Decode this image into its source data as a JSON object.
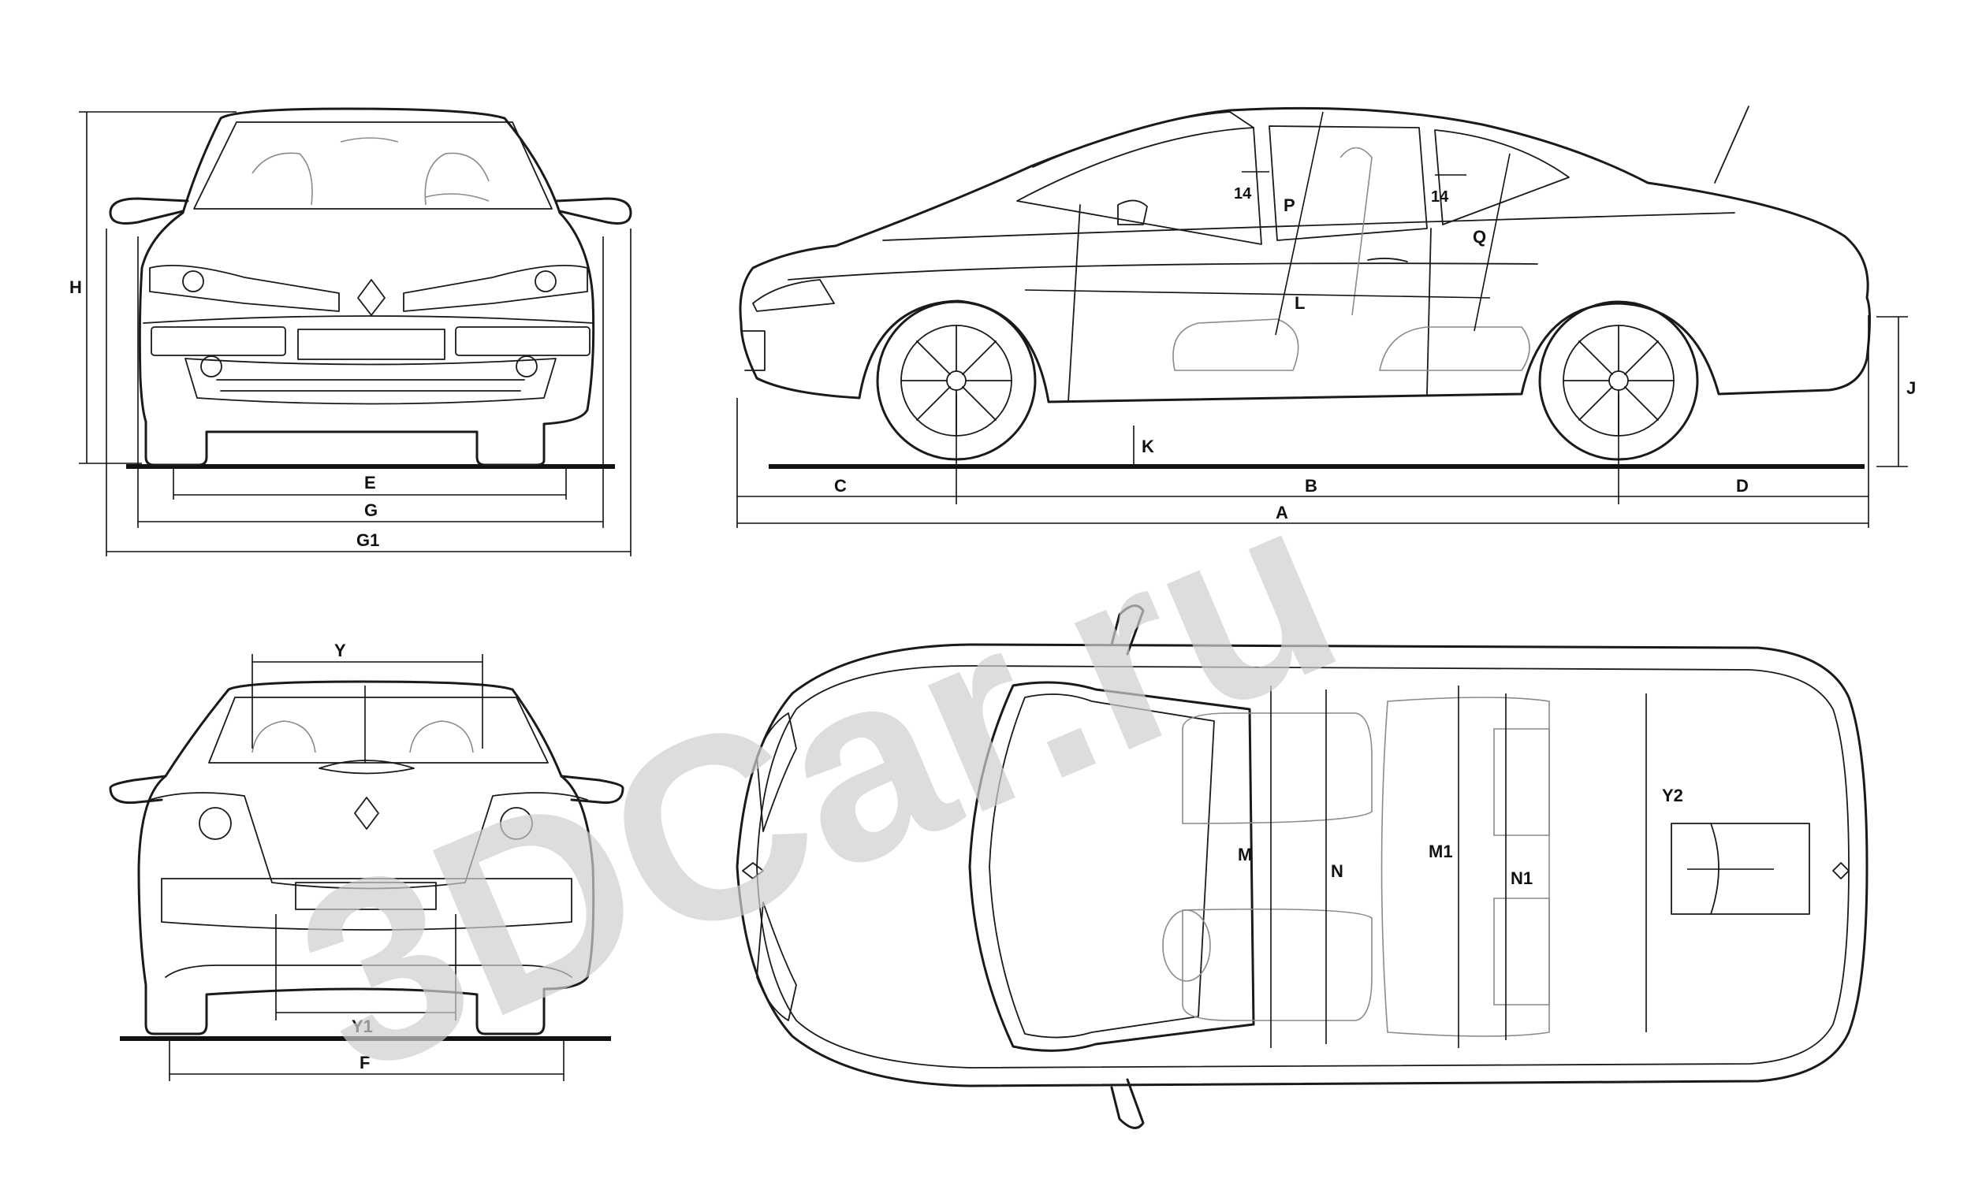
{
  "watermark": {
    "text": "3DCar.ru"
  },
  "front_view": {
    "labels": {
      "height": "H",
      "front_track": "E",
      "width": "G",
      "width_mirrors": "G1"
    }
  },
  "side_view": {
    "labels": {
      "front_overhang": "C",
      "wheelbase": "B",
      "rear_overhang": "D",
      "overall_length": "A",
      "ground_clearance": "K",
      "rear_height": "J",
      "front_legroom": "P",
      "rear_legroom": "Q",
      "interior_length": "L",
      "angle_front": "14",
      "angle_rear": "14"
    }
  },
  "rear_view": {
    "labels": {
      "rear_window": "Y",
      "boot_opening": "Y1",
      "rear_track": "F"
    }
  },
  "top_view": {
    "labels": {
      "front_shoulder": "M",
      "front_hip": "N",
      "rear_shoulder": "M1",
      "rear_hip": "N1",
      "boot_length": "Y2"
    }
  },
  "colors": {
    "line": "#1a1a1a",
    "watermark": "#cfcfcf",
    "background": "#ffffff"
  }
}
